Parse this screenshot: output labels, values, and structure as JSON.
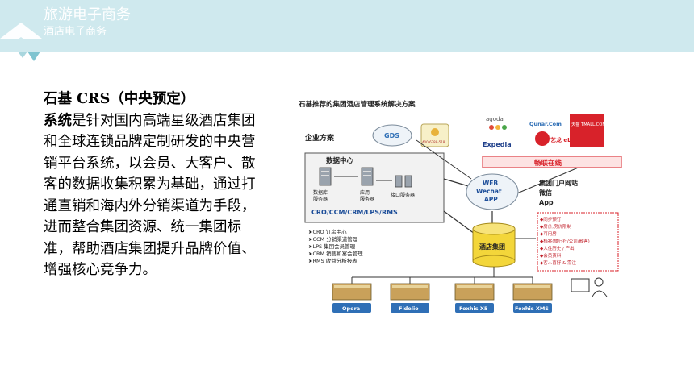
{
  "header": {
    "title": "旅游电子商务",
    "subtitle": "酒店电子商务"
  },
  "body": {
    "heading_line1": "石基 CRS（中央预定）",
    "heading_line2": "系统",
    "paragraph": "是针对国内高端星级酒店集团和全球连锁品牌定制研发的中央营销平台系统，以会员、大客户、散客的数据收集积累为基础，通过打通直销和海内外分销渠道为手段，进而整合集团资源、统一集团标准，帮助酒店集团提升品牌价值、增强核心竞争力。"
  },
  "diagram": {
    "title": "石基推荐的集团酒店管理系统解决方案",
    "enterprise_label": "企业方案",
    "data_center_label": "数据中心",
    "gds_label": "GDS",
    "phone_label": "400-6788-518",
    "server_db": [
      "数据库",
      "服务器"
    ],
    "server_app": [
      "应用",
      "服务器"
    ],
    "server_interface": "接口服务器",
    "modules_line": "CRO/CCM/CRM/LPS/RMS",
    "module_list": [
      "➤CRO 订房中心",
      "➤CCM 分销渠道管理",
      "➤LPS 集团会员管理",
      "➤CRM 销售和宴会管理",
      "➤RMS 收益分析报表"
    ],
    "web_cloud": [
      "WEB",
      "Wechat",
      "APP"
    ],
    "portal_label": [
      "集团门户网站",
      "微信",
      "App"
    ],
    "feature_list": [
      "◆同步预订",
      "◆房价,房价限制",
      "◆可用房",
      "◆档案(旅行社/公司/散客)",
      "◆入住历史 / 产出",
      "◆会员资料",
      "◆客人喜好 & 需注"
    ],
    "hotel_group_label": "酒店集团",
    "channel_logos": [
      "agoda",
      "Qunar.Com",
      "天猫 TMALL.COM",
      "Expedia",
      "艺龙 eLong"
    ],
    "channel_bar_label": "畅联在线",
    "pms": [
      "Opera",
      "Fidelio",
      "Foxhis X5",
      "Foxhis XMS"
    ],
    "colors": {
      "header_band": "#cfe9ee",
      "accent_blue": "#2f6fb6",
      "red": "#d8222a",
      "yellow": "#f3d63a"
    }
  }
}
